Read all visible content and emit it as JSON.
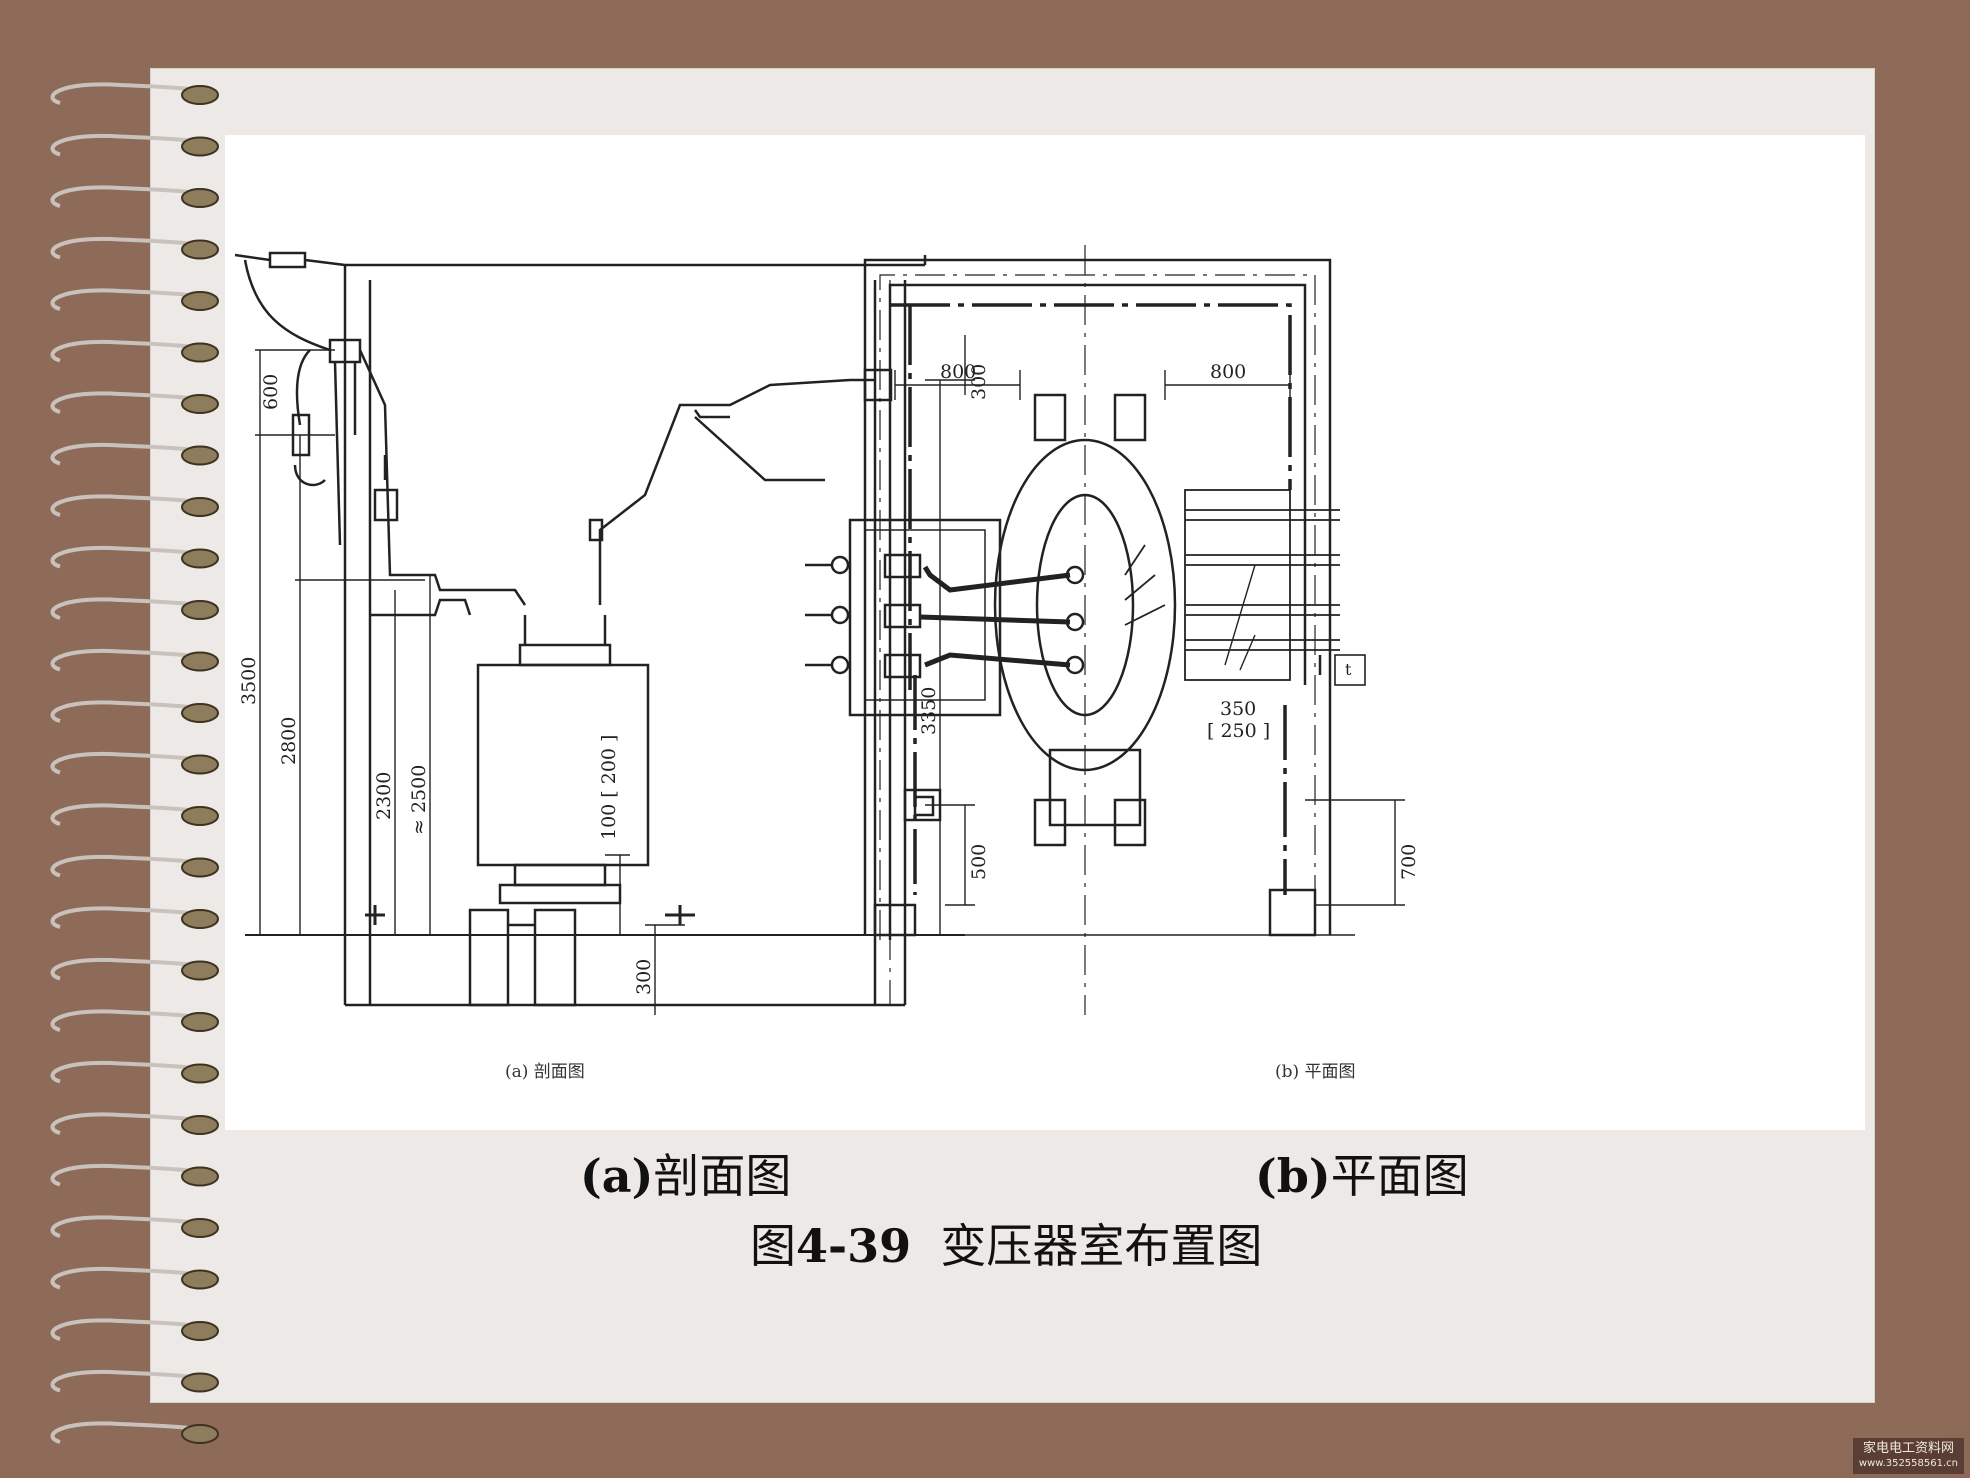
{
  "figure": {
    "section_a": {
      "dims": {
        "d600": "600",
        "d300_top": "300",
        "d3500": "3500",
        "d2800": "2800",
        "d2300": "2300",
        "d2500": "≈ 2500",
        "d100_200": "100 [ 200 ]",
        "d3350": "3350",
        "d300_bottom": "300"
      },
      "sub_caption": "(a) 剖面图"
    },
    "section_b": {
      "dims": {
        "d800_left": "800",
        "d800_right": "800",
        "d350": "350",
        "d250": "[ 250 ]",
        "d500": "500",
        "d700": "700",
        "tag_t": "t"
      },
      "sub_caption": "(b) 平面图"
    }
  },
  "captions": {
    "a_label": "(a)",
    "a_text": "剖面图",
    "b_label": "(b)",
    "b_text": "平面图",
    "title_prefix": "图",
    "title_number": "4-39",
    "title_text": "变压器室布置图"
  },
  "watermark": {
    "line1": "家电电工资料网",
    "line2": "www.352558561.cn"
  }
}
